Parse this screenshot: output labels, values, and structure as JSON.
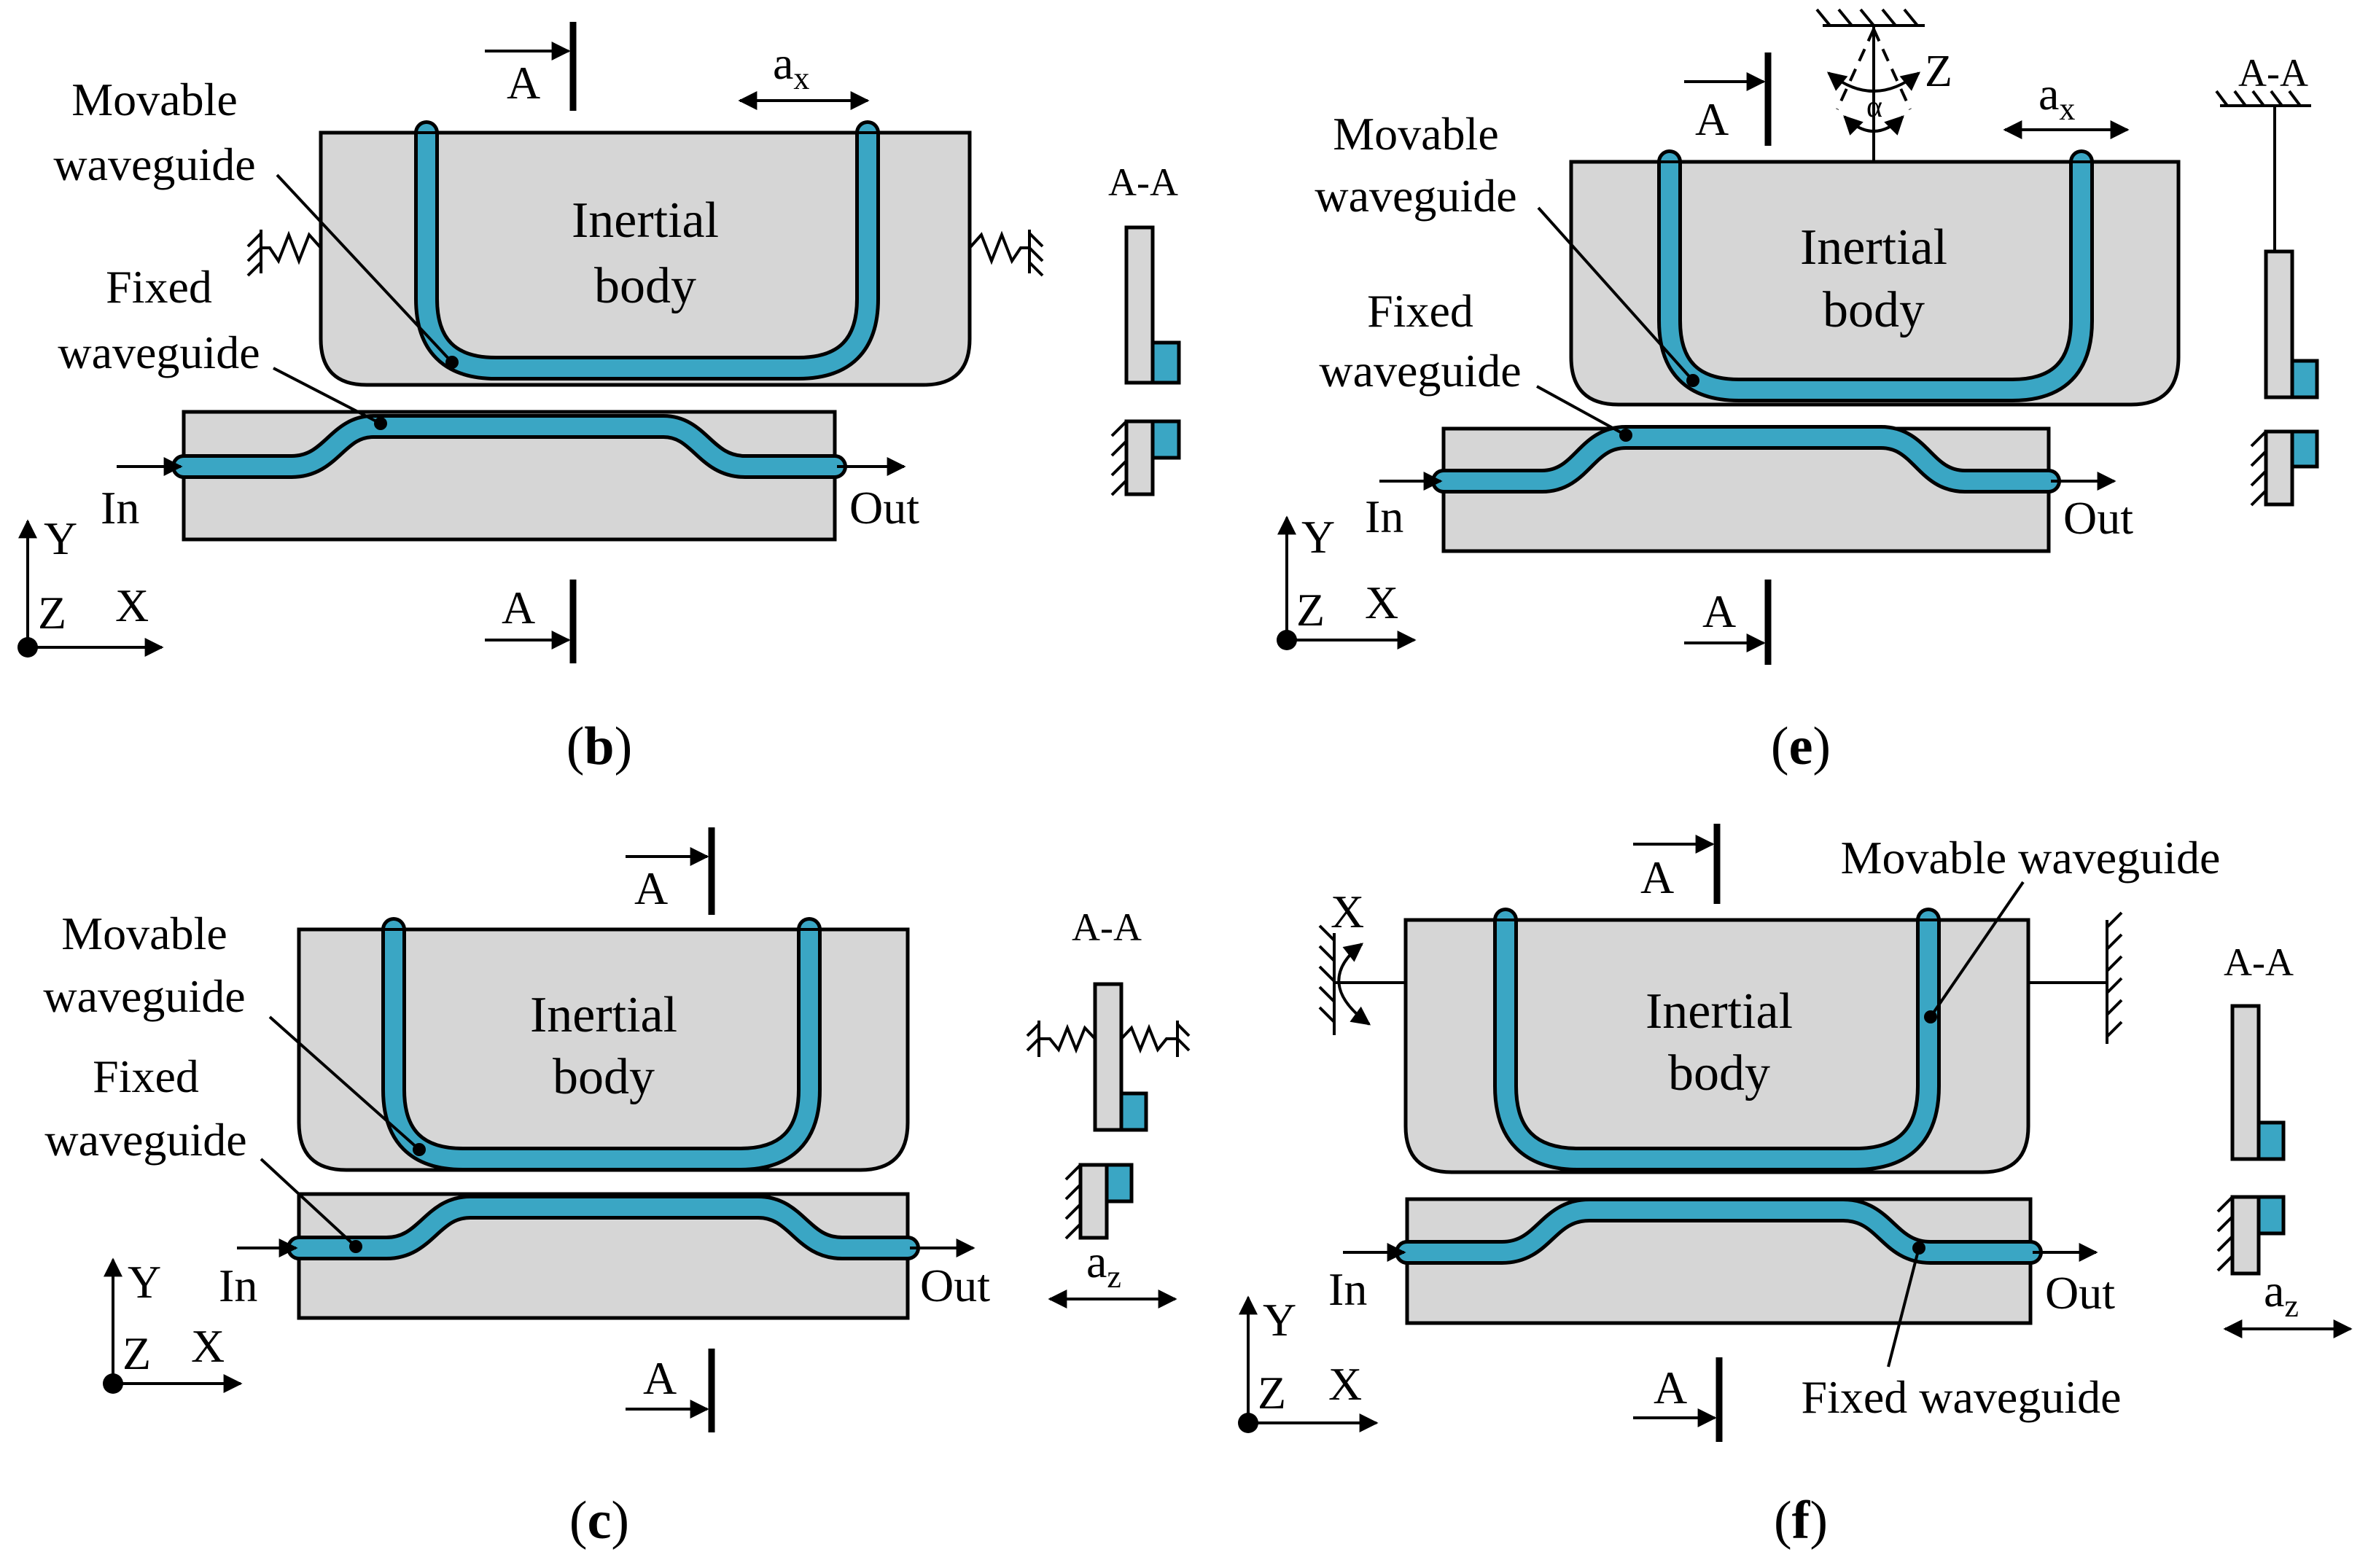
{
  "colors": {
    "body": "#d6d6d6",
    "waveguide": "#3aa6c4",
    "outline": "#000000",
    "background": "#ffffff"
  },
  "panels": [
    {
      "id": "b",
      "caption": "b",
      "movable_label": [
        "Movable",
        "waveguide"
      ],
      "fixed_label": [
        "Fixed",
        "waveguide"
      ],
      "inertial_label": [
        "Inertial",
        "body"
      ],
      "in_label": "In",
      "out_label": "Out",
      "section_label": "A",
      "aa_label": "A-A",
      "accel_label": "a",
      "accel_sub": "x",
      "axes": {
        "y": "Y",
        "z": "Z",
        "x": "X"
      }
    },
    {
      "id": "e",
      "caption": "e",
      "movable_label": [
        "Movable",
        "waveguide"
      ],
      "fixed_label": [
        "Fixed",
        "waveguide"
      ],
      "inertial_label": [
        "Inertial",
        "body"
      ],
      "in_label": "In",
      "out_label": "Out",
      "section_label": "A",
      "aa_label": "A-A",
      "accel_label": "a",
      "accel_sub": "x",
      "rot_axis": "Z",
      "angle": "α",
      "axes": {
        "y": "Y",
        "z": "Z",
        "x": "X"
      }
    },
    {
      "id": "c",
      "caption": "c",
      "movable_label": [
        "Movable",
        "waveguide"
      ],
      "fixed_label": [
        "Fixed",
        "waveguide"
      ],
      "inertial_label": [
        "Inertial",
        "body"
      ],
      "in_label": "In",
      "out_label": "Out",
      "section_label": "A",
      "aa_label": "A-A",
      "accel_label": "a",
      "accel_sub": "z",
      "axes": {
        "y": "Y",
        "z": "Z",
        "x": "X"
      }
    },
    {
      "id": "f",
      "caption": "f",
      "movable_label": "Movable waveguide",
      "fixed_label": "Fixed waveguide",
      "inertial_label": [
        "Inertial",
        "body"
      ],
      "in_label": "In",
      "out_label": "Out",
      "section_label": "A",
      "aa_label": "A-A",
      "accel_label": "a",
      "accel_sub": "z",
      "rot_axis": "X",
      "axes": {
        "y": "Y",
        "z": "Z",
        "x": "X"
      }
    }
  ]
}
